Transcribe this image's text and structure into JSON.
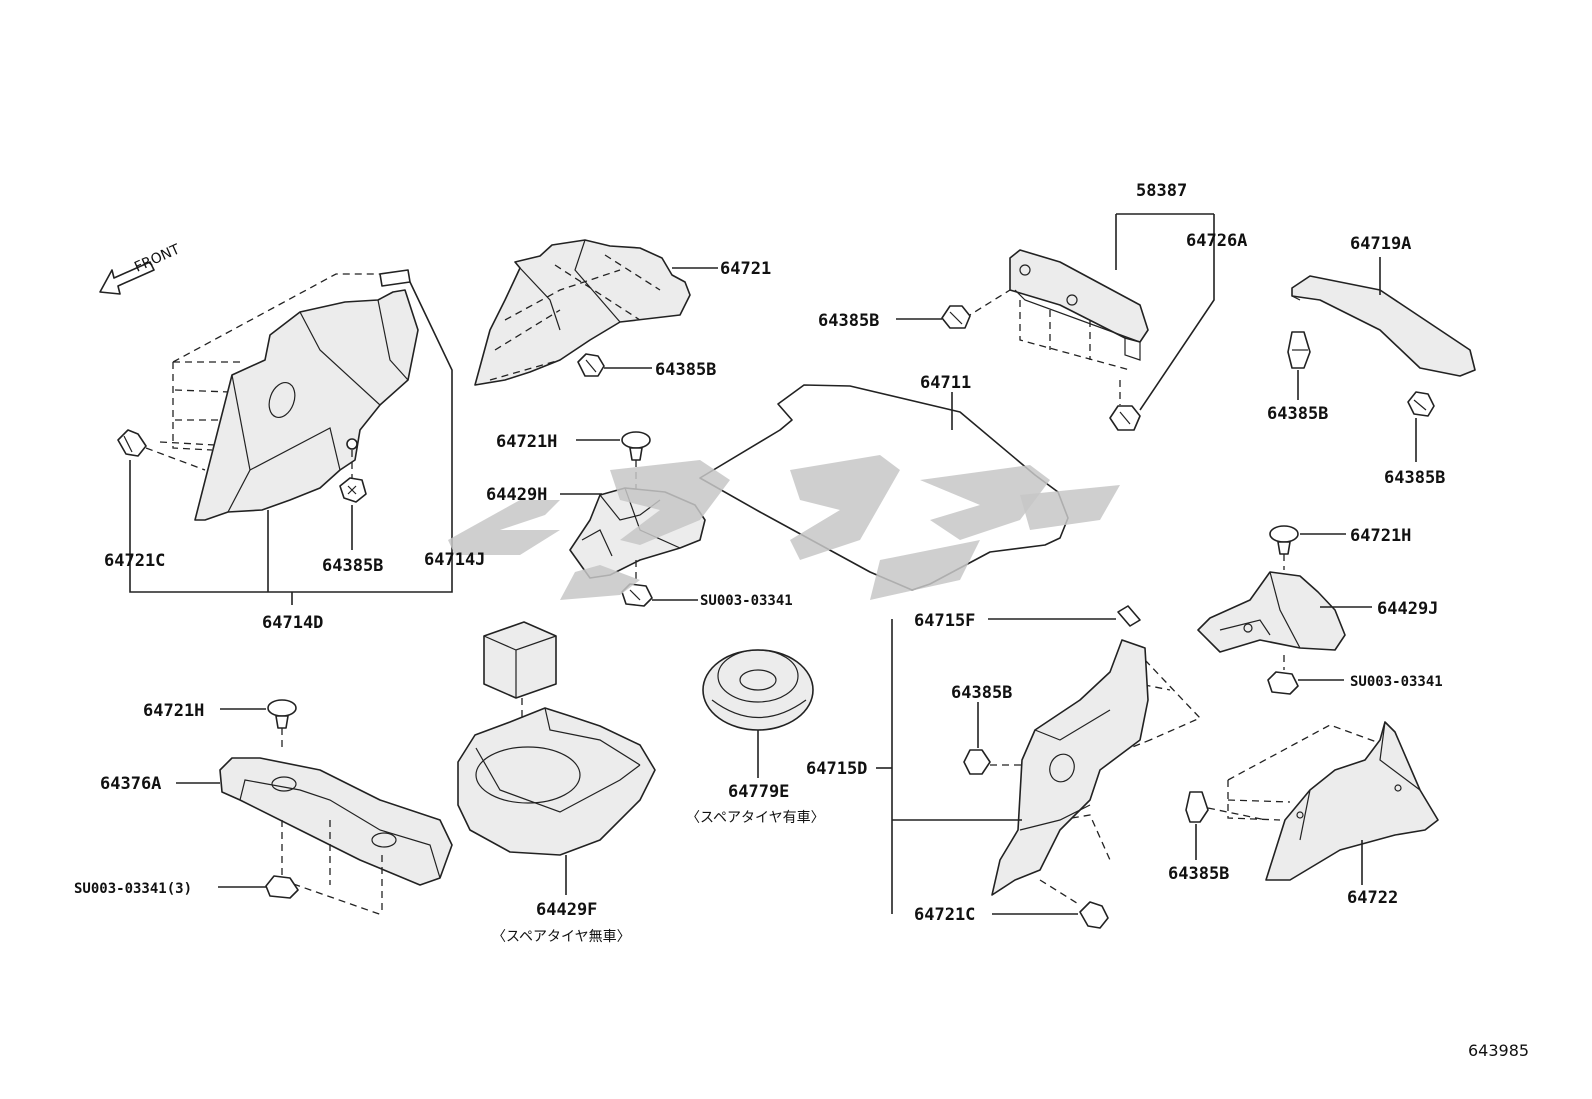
{
  "direction_label": "FRONT",
  "diagram_code": "643985",
  "parts": {
    "p64721": "64721",
    "p64385B_a": "64385B",
    "p64721H_a": "64721H",
    "p64429H": "64429H",
    "p58387": "58387",
    "p64726A": "64726A",
    "p64385B_b": "64385B",
    "p64711": "64711",
    "p64719A": "64719A",
    "p64385B_c": "64385B",
    "p64385B_d": "64385B",
    "p64721C_a": "64721C",
    "p64385B_e": "64385B",
    "p64714J": "64714J",
    "p64714D": "64714D",
    "pSU003_a": "SU003-03341",
    "p64721H_b": "64721H",
    "p64429J": "64429J",
    "pSU003_b": "SU003-03341",
    "p64715F": "64715F",
    "p64385B_f": "64385B",
    "p64715D": "64715D",
    "p64721C_b": "64721C",
    "p64385B_g": "64385B",
    "p64722": "64722",
    "p64721H_c": "64721H",
    "p64376A": "64376A",
    "pSU003_c": "SU003-03341(3)",
    "p64429F": "64429F",
    "p64779E": "64779E"
  },
  "notes": {
    "spare_without": "〈スペアタイヤ無車〉",
    "spare_with": "〈スペアタイヤ有車〉"
  },
  "icons": {
    "front_arrow": "front-arrow-icon",
    "watermark": "watermark-logo"
  }
}
